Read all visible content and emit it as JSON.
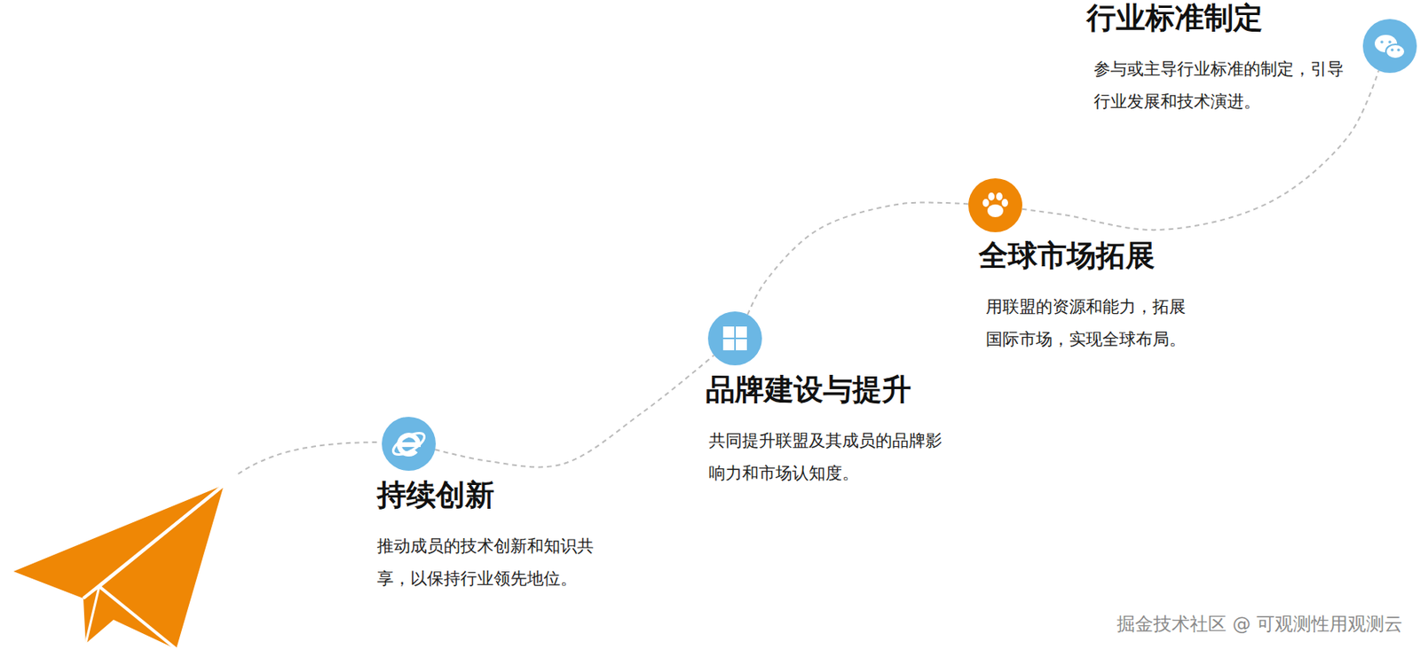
{
  "diagram": {
    "nodes": [
      {
        "text": [
          "持续创新",
          "推动成员的技术创新和知识共享，以保持行业领先地位。"
        ]
      },
      {
        "text": [
          "品牌建设与提升",
          "共同提升联盟及其成员的品牌影响力和市场认知度。"
        ]
      },
      {
        "text": [
          "全球市场拓展",
          "用联盟的资源和能力，拓展国际市场，实现全球布局。"
        ]
      },
      {
        "text": [
          "行业标准制定",
          "参与或主导行业标准的制定，引导行业发展和技术演进。"
        ]
      }
    ],
    "edges": [
      {
        "from": 0,
        "to": 1,
        "arrow": "none"
      },
      {
        "from": 1,
        "to": 2,
        "arrow": "none"
      },
      {
        "from": 2,
        "to": 3,
        "arrow": "none"
      }
    ],
    "labels": [
      "掘金技术社区 @ 可观测性用观测云"
    ]
  }
}
